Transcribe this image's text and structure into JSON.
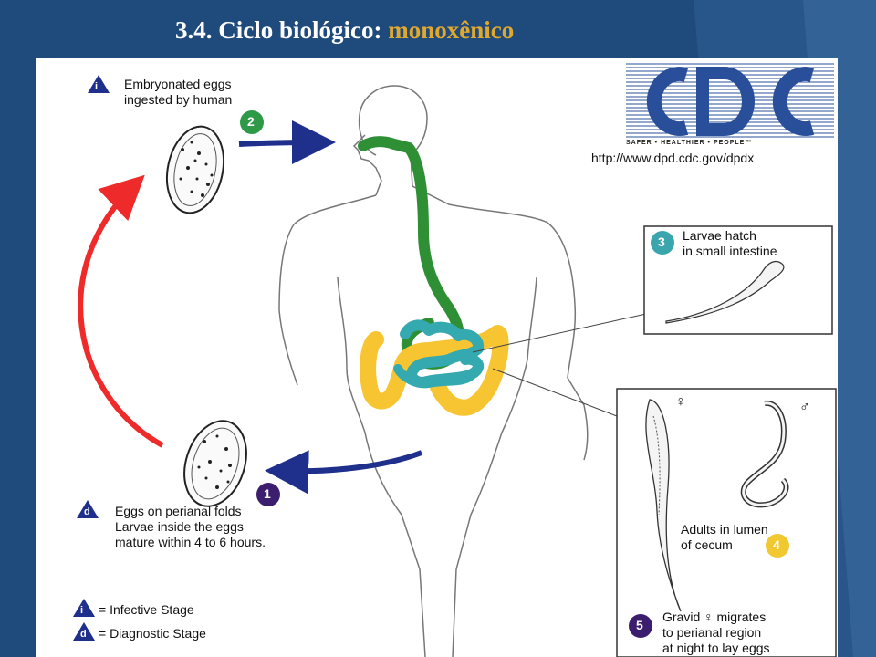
{
  "title": {
    "main": "3.4. Ciclo biológico: ",
    "accent": "monoxênico"
  },
  "logo": {
    "text": "CDC",
    "tagline": "SAFER • HEALTHIER • PEOPLE™",
    "url": "http://www.dpd.cdc.gov/dpdx"
  },
  "stages": {
    "s2": {
      "badge": "2",
      "line1": "Embryonated eggs",
      "line2": "ingested by human",
      "marker": "i"
    },
    "s3": {
      "badge": "3",
      "line1": "Larvae hatch",
      "line2": "in small intestine"
    },
    "s4": {
      "badge": "4",
      "line1": "Adults in lumen",
      "line2": "of cecum",
      "female": "♀",
      "male": "♂"
    },
    "s5": {
      "badge": "5",
      "line1": "Gravid ♀ migrates",
      "line2": "to perianal region",
      "line3": "at night to lay eggs"
    },
    "s1": {
      "badge": "1",
      "line1": "Eggs on perianal folds",
      "line2": "Larvae inside the eggs",
      "line3": "mature within 4 to 6 hours.",
      "marker": "d"
    }
  },
  "legend": {
    "infective": {
      "marker": "i",
      "text": "= Infective Stage"
    },
    "diagnostic": {
      "marker": "d",
      "text": "= Diagnostic Stage"
    }
  },
  "colors": {
    "slide_bg": "#1f4a7c",
    "accent": "#e0a92d",
    "cdc_blue": "#2a4f9a",
    "badge_green": "#2e9a48",
    "badge_teal": "#3aa5ad",
    "badge_yellow": "#f2c830",
    "badge_purple": "#3b1e6e",
    "arrow_blue": "#1f2f8c",
    "arrow_red": "#ee2a2a",
    "gut_green": "#2e8f35",
    "gut_yellow": "#f7c531",
    "gut_teal": "#34a9b0"
  }
}
